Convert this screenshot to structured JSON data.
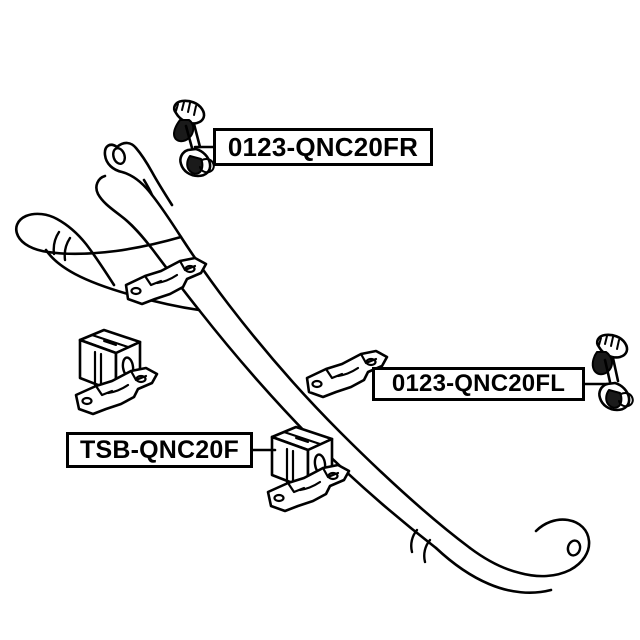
{
  "diagram": {
    "title": "Front stabilizer bar assembly exploded parts diagram",
    "background_color": "#ffffff",
    "line_color": "#000000",
    "labels": [
      {
        "id": "fr",
        "text": "0123-QNC20FR",
        "part": "stabilizer-link-front-right",
        "leader_side": "left"
      },
      {
        "id": "fl",
        "text": "0123-QNC20FL",
        "part": "stabilizer-link-front-left",
        "leader_side": "right"
      },
      {
        "id": "tsb",
        "text": "TSB-QNC20F",
        "part": "stabilizer-bushing-front",
        "leader_side": "right"
      }
    ],
    "parts": [
      {
        "name": "stabilizer-bar",
        "description": "Front anti-roll bar with flattened eyelet ends"
      },
      {
        "name": "stabilizer-link-upper-left",
        "description": "Ball-joint sway bar link"
      },
      {
        "name": "stabilizer-link-lower-right",
        "description": "Ball-joint sway bar link"
      },
      {
        "name": "stabilizer-bushing-upper",
        "description": "Rubber bushing block"
      },
      {
        "name": "stabilizer-bushing-lower",
        "description": "Rubber bushing block"
      },
      {
        "name": "bushing-bracket-upper",
        "description": "Bushing retainer bracket"
      },
      {
        "name": "bushing-bracket-lower",
        "description": "Bushing retainer bracket"
      },
      {
        "name": "bracket-middle-left",
        "description": "Bushing retainer bracket"
      },
      {
        "name": "bracket-middle-right",
        "description": "Bushing retainer bracket"
      }
    ]
  }
}
